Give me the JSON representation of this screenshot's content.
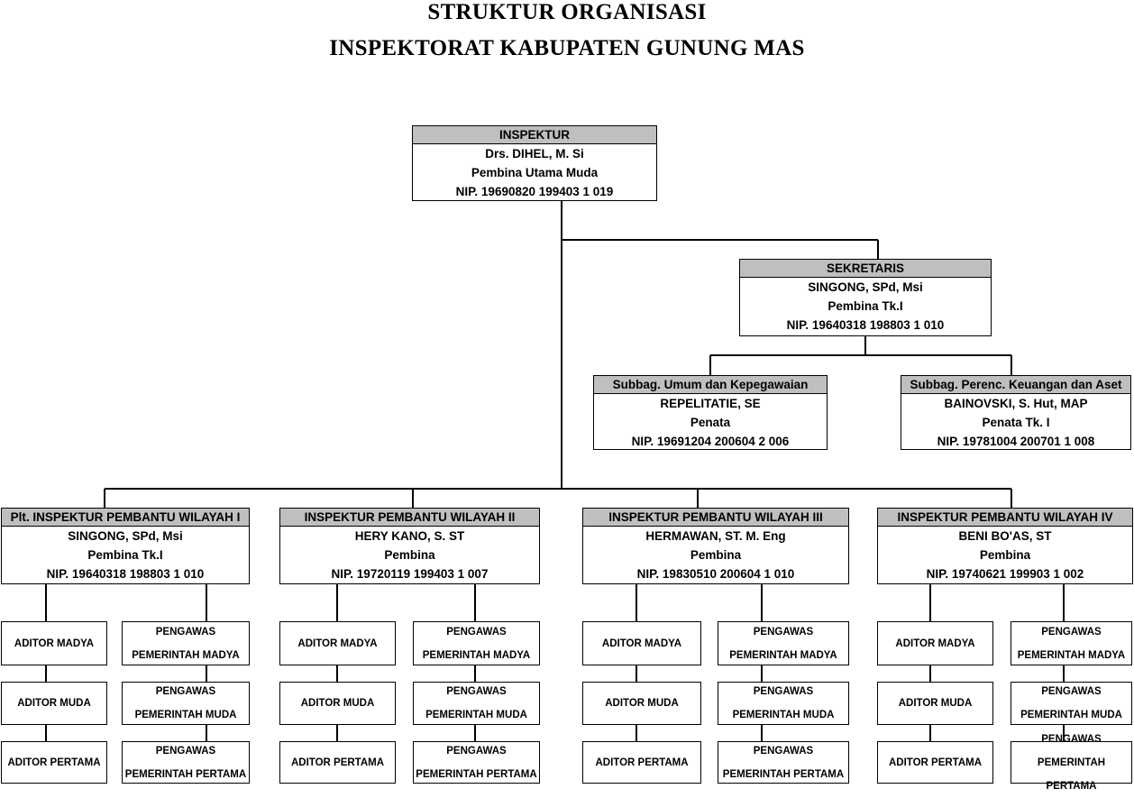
{
  "title": {
    "line1": "STRUKTUR ORGANISASI",
    "line2": "INSPEKTORAT KABUPATEN GUNUNG MAS"
  },
  "inspektur": {
    "header": "INSPEKTUR",
    "name": "Drs.  DIHEL, M. Si",
    "rank": "Pembina Utama Muda",
    "nip": "NIP. 19690820 199403 1 019"
  },
  "sekretaris": {
    "header": "SEKRETARIS",
    "name": "SINGONG, SPd, Msi",
    "rank": "Pembina Tk.I",
    "nip": "NIP. 19640318 198803 1 010"
  },
  "subbag_umum": {
    "header": "Subbag. Umum dan Kepegawaian",
    "name": "REPELITATIE, SE",
    "rank": "Penata",
    "nip": "NIP. 19691204 200604 2 006"
  },
  "subbag_perenc": {
    "header": "Subbag. Perenc. Keuangan dan Aset",
    "name": "BAINOVSKI, S. Hut, MAP",
    "rank": "Penata Tk. I",
    "nip": "NIP. 19781004 200701 1 008"
  },
  "wilayah": [
    {
      "header": "Plt. INSPEKTUR PEMBANTU WILAYAH I",
      "name": "SINGONG, SPd, Msi",
      "rank": "Pembina Tk.I",
      "nip": "NIP. 19640318 198803 1 010",
      "auditors": [
        "ADITOR MADYA",
        "ADITOR MUDA",
        "ADITOR PERTAMA"
      ],
      "pengawas": [
        "PENGAWAS PEMERINTAH MADYA",
        "PENGAWAS PEMERINTAH MUDA",
        "PENGAWAS PEMERINTAH PERTAMA"
      ]
    },
    {
      "header": "INSPEKTUR PEMBANTU WILAYAH II",
      "name": "HERY KANO, S. ST",
      "rank": "Pembina",
      "nip": "NIP. 19720119 199403 1 007",
      "auditors": [
        "ADITOR MADYA",
        "ADITOR MUDA",
        "ADITOR PERTAMA"
      ],
      "pengawas": [
        "PENGAWAS PEMERINTAH MADYA",
        "PENGAWAS PEMERINTAH MUDA",
        "PENGAWAS PEMERINTAH PERTAMA"
      ]
    },
    {
      "header": "INSPEKTUR PEMBANTU WILAYAH III",
      "name": "HERMAWAN, ST. M. Eng",
      "rank": "Pembina",
      "nip": "NIP. 19830510 200604 1 010",
      "auditors": [
        "ADITOR MADYA",
        "ADITOR MUDA",
        "ADITOR PERTAMA"
      ],
      "pengawas": [
        "PENGAWAS PEMERINTAH MADYA",
        "PENGAWAS PEMERINTAH MUDA",
        "PENGAWAS PEMERINTAH PERTAMA"
      ]
    },
    {
      "header": "INSPEKTUR PEMBANTU WILAYAH IV",
      "name": "BENI BO'AS, ST",
      "rank": "Pembina",
      "nip": "NIP. 19740621 199903 1 002",
      "auditors": [
        "ADITOR MADYA",
        "ADITOR MUDA",
        "ADITOR PERTAMA"
      ],
      "pengawas": [
        "PENGAWAS PEMERINTAH MADYA",
        "PENGAWAS PEMERINTAH MUDA",
        "PENGAWAS PEMERINTAH PERTAMA"
      ]
    }
  ]
}
